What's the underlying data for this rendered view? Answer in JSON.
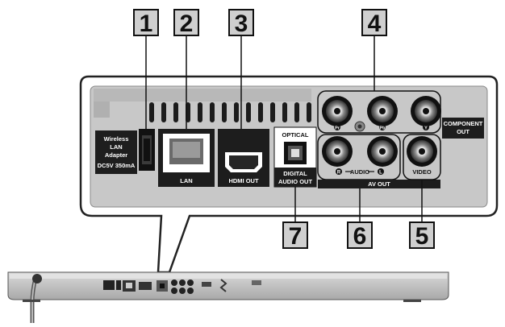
{
  "callouts": [
    "1",
    "2",
    "3",
    "4",
    "5",
    "6",
    "7"
  ],
  "labels": {
    "wireless_line1": "Wireless",
    "wireless_line2": "LAN",
    "wireless_line3": "Adapter",
    "wireless_line4": "DC5V 350mA",
    "lan": "LAN",
    "hdmi_out": "HDMI OUT",
    "optical": "OPTICAL",
    "digital_line1": "DIGITAL",
    "digital_line2": "AUDIO OUT",
    "component_line1": "COMPONENT",
    "component_line2": "OUT",
    "audio": "AUDIO",
    "av_out": "AV OUT",
    "video": "VIDEO",
    "pr": "Pr",
    "pb": "Pb",
    "y": "Y",
    "r": "R",
    "l": "L"
  },
  "colors": {
    "panel": "#c8c8c8",
    "panel_dark": "#b4b4b4",
    "port_black": "#1a1a1a",
    "label_bar": "#2a2a2a",
    "callout_fill": "#cfcfcf"
  }
}
